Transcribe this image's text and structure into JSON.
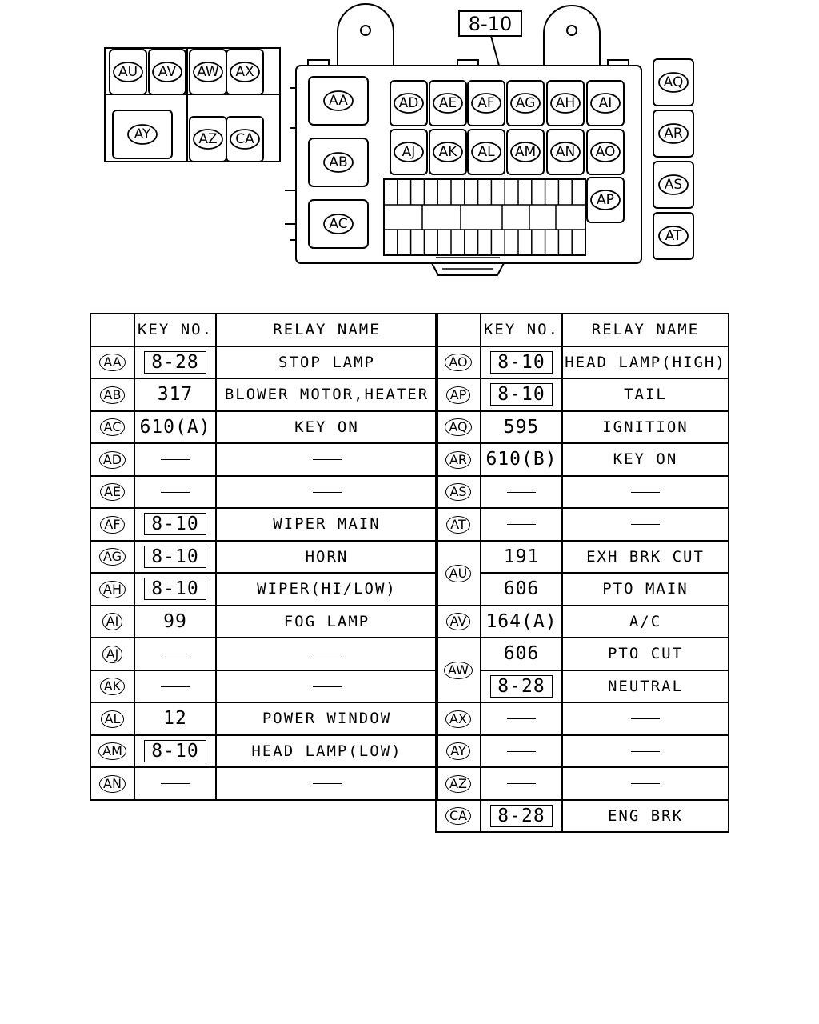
{
  "diagram": {
    "top_key": "8-10",
    "main_box": {
      "large_relays": [
        "AA",
        "AB",
        "AC"
      ],
      "row1": [
        "AD",
        "AE",
        "AF",
        "AG",
        "AH",
        "AI"
      ],
      "row2": [
        "AJ",
        "AK",
        "AL",
        "AM",
        "AN",
        "AO"
      ],
      "extra": "AP"
    },
    "left_box": {
      "top": [
        "AU",
        "AV",
        "AW",
        "AX"
      ],
      "big": "AY",
      "small": [
        "AZ",
        "CA"
      ]
    },
    "right_column": [
      "AQ",
      "AR",
      "AS",
      "AT"
    ]
  },
  "table_headers": {
    "key_no": "KEY NO.",
    "relay_name": "RELAY NAME"
  },
  "left_table": [
    {
      "code": "AA",
      "key": "8-28",
      "boxed": true,
      "name": "STOP LAMP"
    },
    {
      "code": "AB",
      "key": "317",
      "boxed": false,
      "name": "BLOWER MOTOR,HEATER"
    },
    {
      "code": "AC",
      "key": "610(A)",
      "boxed": false,
      "name": "KEY ON"
    },
    {
      "code": "AD",
      "key": "",
      "boxed": false,
      "name": ""
    },
    {
      "code": "AE",
      "key": "",
      "boxed": false,
      "name": ""
    },
    {
      "code": "AF",
      "key": "8-10",
      "boxed": true,
      "name": "WIPER MAIN"
    },
    {
      "code": "AG",
      "key": "8-10",
      "boxed": true,
      "name": "HORN"
    },
    {
      "code": "AH",
      "key": "8-10",
      "boxed": true,
      "name": "WIPER(HI/LOW)"
    },
    {
      "code": "AI",
      "key": "99",
      "boxed": false,
      "name": "FOG LAMP"
    },
    {
      "code": "AJ",
      "key": "",
      "boxed": false,
      "name": ""
    },
    {
      "code": "AK",
      "key": "",
      "boxed": false,
      "name": ""
    },
    {
      "code": "AL",
      "key": "12",
      "boxed": false,
      "name": "POWER WINDOW"
    },
    {
      "code": "AM",
      "key": "8-10",
      "boxed": true,
      "name": "HEAD LAMP(LOW)"
    },
    {
      "code": "AN",
      "key": "",
      "boxed": false,
      "name": ""
    }
  ],
  "right_table": [
    {
      "code": "AO",
      "rowspan": 1,
      "entries": [
        {
          "key": "8-10",
          "boxed": true,
          "name": "HEAD LAMP(HIGH)"
        }
      ]
    },
    {
      "code": "AP",
      "rowspan": 1,
      "entries": [
        {
          "key": "8-10",
          "boxed": true,
          "name": "TAIL"
        }
      ]
    },
    {
      "code": "AQ",
      "rowspan": 1,
      "entries": [
        {
          "key": "595",
          "boxed": false,
          "name": "IGNITION"
        }
      ]
    },
    {
      "code": "AR",
      "rowspan": 1,
      "entries": [
        {
          "key": "610(B)",
          "boxed": false,
          "name": "KEY ON"
        }
      ]
    },
    {
      "code": "AS",
      "rowspan": 1,
      "entries": [
        {
          "key": "",
          "boxed": false,
          "name": ""
        }
      ]
    },
    {
      "code": "AT",
      "rowspan": 1,
      "entries": [
        {
          "key": "",
          "boxed": false,
          "name": ""
        }
      ]
    },
    {
      "code": "AU",
      "rowspan": 2,
      "entries": [
        {
          "key": "191",
          "boxed": false,
          "name": "EXH BRK CUT"
        },
        {
          "key": "606",
          "boxed": false,
          "name": "PTO MAIN"
        }
      ]
    },
    {
      "code": "AV",
      "rowspan": 1,
      "entries": [
        {
          "key": "164(A)",
          "boxed": false,
          "name": "A/C"
        }
      ]
    },
    {
      "code": "AW",
      "rowspan": 2,
      "entries": [
        {
          "key": "606",
          "boxed": false,
          "name": "PTO CUT"
        },
        {
          "key": "8-28",
          "boxed": true,
          "name": "NEUTRAL"
        }
      ]
    },
    {
      "code": "AX",
      "rowspan": 1,
      "entries": [
        {
          "key": "",
          "boxed": false,
          "name": ""
        }
      ]
    },
    {
      "code": "AY",
      "rowspan": 1,
      "entries": [
        {
          "key": "",
          "boxed": false,
          "name": ""
        }
      ]
    },
    {
      "code": "AZ",
      "rowspan": 1,
      "entries": [
        {
          "key": "",
          "boxed": false,
          "name": ""
        }
      ]
    },
    {
      "code": "CA",
      "rowspan": 1,
      "entries": [
        {
          "key": "8-28",
          "boxed": true,
          "name": "ENG BRK"
        }
      ]
    }
  ]
}
